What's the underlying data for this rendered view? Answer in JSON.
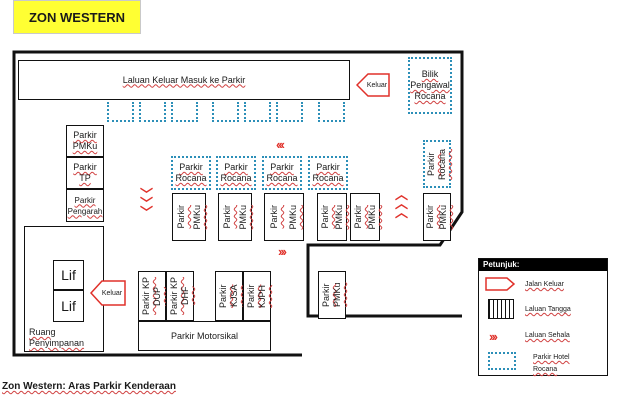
{
  "title": "ZON WESTERN",
  "caption": "Zon Western: Aras Parkir Kenderaan",
  "road_label": "Laluan Keluar Masuk ke Parkir",
  "exit_label": "Keluar",
  "office_label": "Bilik Pengawal Rocana",
  "stairs_label": "",
  "left_bays": [
    "Parkir PMKu",
    "Parkir TP",
    "Parkir Pengarah"
  ],
  "lifts": [
    "Lif",
    "Lif"
  ],
  "storage_label": "Ruang Penyimpanan",
  "rocana_bays": [
    "Parkir Rocana",
    "Parkir Rocana",
    "Parkir Rocana",
    "Parkir Rocana"
  ],
  "rocana_side": "Parkir Rocana",
  "pmku_pairs": [
    [
      "Parkir",
      "PMKu"
    ],
    [
      "Parkir",
      "PMKu"
    ],
    [
      "Parkir",
      "PMKu"
    ],
    [
      "Parkir",
      "PMKu"
    ],
    [
      "Parkir",
      "PMKu"
    ]
  ],
  "right_pair": [
    "Parkir",
    "PMKu"
  ],
  "lower_bays": [
    "Parkir KP DUP",
    "Parkir KP DHF",
    "Parkir KJSA",
    "Parkir KJPH"
  ],
  "lower_pmku": "Parkir PMKu",
  "motorcycle": "Parkir Motorsikal",
  "legend": {
    "header": "Petunjuk:",
    "items": [
      "Jalan Keluar",
      "Laluan Tangga",
      "Laluan Sehala",
      "Parkir Hotel Rocana"
    ]
  },
  "colors": {
    "title_bg": "#ffff33",
    "dotted": "#2c8fb8",
    "arrow": "#e0312a"
  }
}
